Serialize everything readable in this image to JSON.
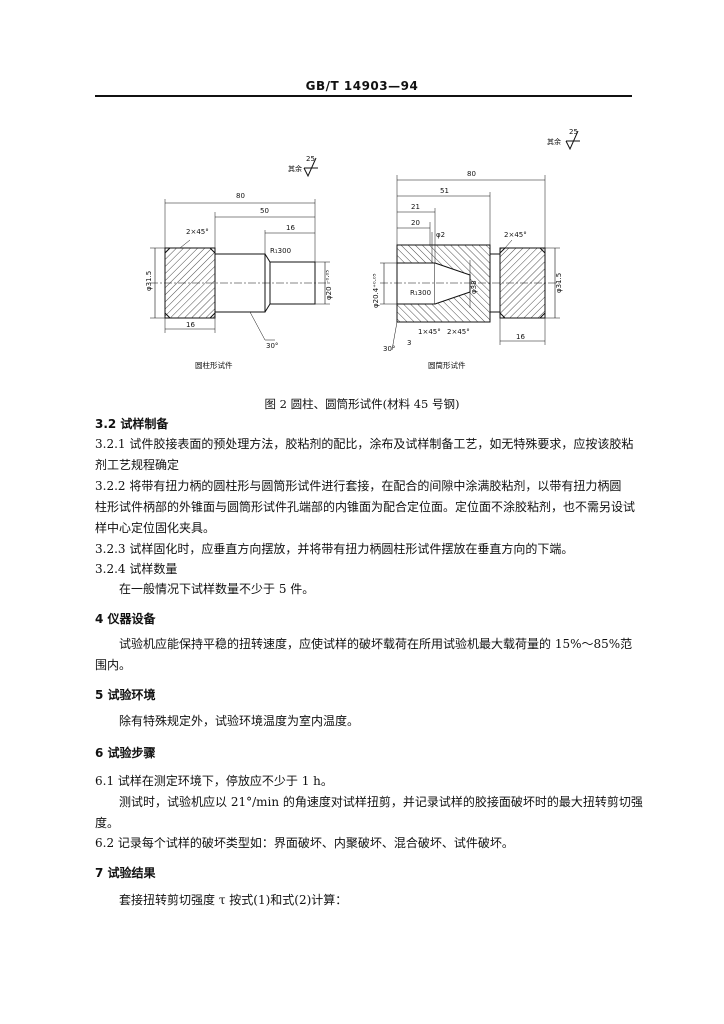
{
  "header": {
    "standard": "GB/T 14903—94"
  },
  "figure": {
    "caption": "图 2   圆柱、圆筒形试件(材料 45 号钢)",
    "left": {
      "name": "圆柱形试件",
      "roughness_rest": "其余",
      "roughness_value": "25",
      "dim_80": "80",
      "dim_50": "50",
      "dim_16_top": "16",
      "chamfer": "2×45°",
      "radius": "R₁300",
      "dia_left": "φ31.5",
      "dia_right": "φ20 ⁻⁰·⁰⁵",
      "dim_16_bottom": "16",
      "angle": "30°"
    },
    "right": {
      "name": "圆筒形试件",
      "roughness_rest": "其余",
      "roughness_value": "25",
      "dim_80": "80",
      "dim_51": "51",
      "dim_21": "21",
      "dim_20": "20",
      "hole": "φ2",
      "chamfer": "2×45°",
      "dia_bore": "φ20.4⁺⁰·⁰⁵",
      "radius": "R₁300",
      "dia_mid": "φ38",
      "dia_right": "φ31.5",
      "chamfer_1": "1×45°",
      "chamfer_2": "2×45°",
      "dim_16": "16",
      "angle": "30°",
      "small_dim": "3"
    }
  },
  "content": {
    "s3_2": "3.2   试样制备",
    "s3_2_1": "3.2.1   试件胶接表面的预处理方法，胶粘剂的配比，涂布及试样制备工艺，如无特殊要求，应按该胶粘",
    "s3_2_1b": "剂工艺规程确定",
    "s3_2_2": "3.2.2   将带有扭力柄的圆柱形与圆筒形试件进行套接，在配合的间隙中涂满胶粘剂，以带有扭力柄圆",
    "s3_2_2b": "柱形试件柄部的外锥面与圆筒形试件孔端部的内锥面为配合定位面。定位面不涂胶粘剂，也不需另设试",
    "s3_2_2c": "样中心定位固化夹具。",
    "s3_2_3": "3.2.3   试样固化时，应垂直方向摆放，并将带有扭力柄圆柱形试件摆放在垂直方向的下端。",
    "s3_2_4": "3.2.4   试样数量",
    "s3_2_4a": "在一般情况下试样数量不少于 5 件。",
    "s4": "4   仪器设备",
    "s4a": "试验机应能保持平稳的扭转速度，应使试样的破坏载荷在所用试验机最大载荷量的 15%～85%范",
    "s4b": "围内。",
    "s5": "5   试验环境",
    "s5a": "除有特殊规定外，试验环境温度为室内温度。",
    "s6": "6   试验步骤",
    "s6_1": "6.1   试样在测定环境下，停放应不少于 1 h。",
    "s6_1a": "测试时，试验机应以 21°/min 的角速度对试样扭剪，并记录试样的胶接面破坏时的最大扭转剪切强",
    "s6_1b": "度。",
    "s6_2": "6.2   记录每个试样的破坏类型如：界面破坏、内聚破坏、混合破坏、试件破坏。",
    "s7": "7   试验结果",
    "s7a": "套接扭转剪切强度 τ 按式(1)和式(2)计算："
  }
}
